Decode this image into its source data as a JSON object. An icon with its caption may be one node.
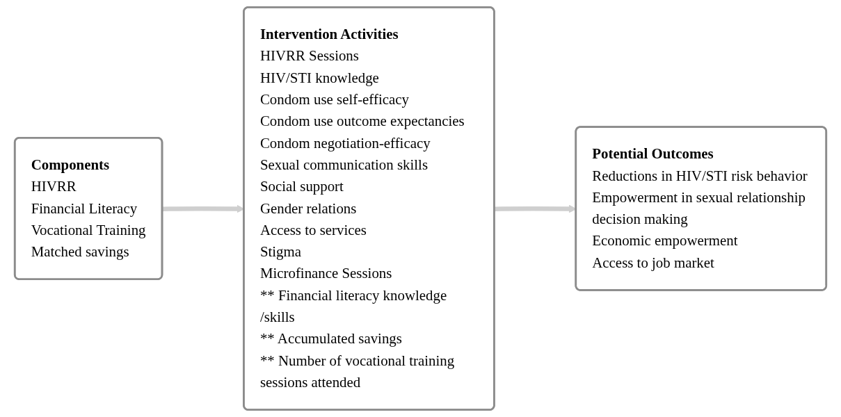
{
  "diagram": {
    "nodes": [
      {
        "text": [
          "Components",
          "HIVRR",
          "Financial Literacy",
          "Vocational Training",
          "Matched savings"
        ]
      },
      {
        "text": [
          "Intervention Activities",
          "HIVRR Sessions",
          "HIV/STI knowledge",
          "Condom use self-efficacy",
          "Condom use outcome expectancies",
          "Condom negotiation-efficacy",
          "Sexual communication skills",
          "Social support",
          "Gender relations",
          "Access to services",
          "Stigma",
          "Microfinance Sessions",
          "** Financial literacy knowledge /skills",
          "** Accumulated savings",
          "** Number of vocational training sessions attended"
        ]
      },
      {
        "text": [
          "Potential Outcomes",
          "Reductions in HIV/STI risk behavior",
          "Empowerment in sexual relationship decision making",
          "Economic empowerment",
          "Access to job market"
        ]
      }
    ],
    "edges": [
      {
        "from": 0,
        "to": 1,
        "arrow": "to"
      },
      {
        "from": 1,
        "to": 2,
        "arrow": "to"
      }
    ]
  }
}
